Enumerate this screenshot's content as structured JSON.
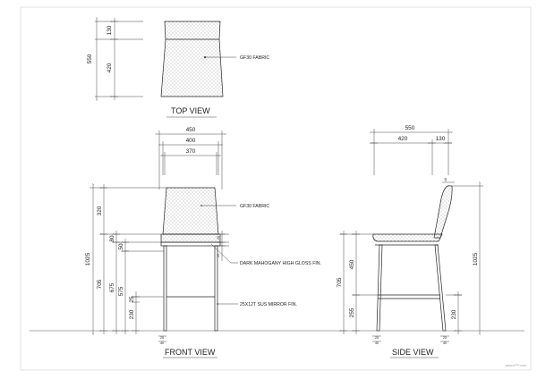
{
  "top_view": {
    "label": "TOP  VIEW",
    "dims": {
      "total": "550",
      "front": "420",
      "back": "130"
    },
    "note": "GF30 FABRIC"
  },
  "front_view": {
    "label": "FRONT  VIEW",
    "widths": {
      "overall": "450",
      "mid": "400",
      "inner": "370"
    },
    "heights": {
      "overall": "1025",
      "back": "320",
      "seat": "705",
      "h675": "675",
      "h575": "575",
      "footrest": "230",
      "d80": "80",
      "d50": "50",
      "d25": "25"
    },
    "seat_dims": {
      "d20": "20",
      "d15": "15"
    },
    "leg_dims": {
      "a": "25",
      "b": "40"
    },
    "notes": {
      "fabric": "GF30 FABRIC",
      "wood": "DARK MAHOGANY  HIGH GLOSS FIN.",
      "metal": "25X12T  SUS MIRROR  FIN."
    }
  },
  "side_view": {
    "label": "SIDE  VIEW",
    "widths": {
      "overall": "550",
      "front": "420",
      "back": "130",
      "top": "40"
    },
    "heights": {
      "overall": "1025",
      "seat": "705",
      "d450": "450",
      "d255": "255",
      "footrest": "230"
    },
    "leg_dims": {
      "a": "25",
      "b": "40"
    }
  },
  "watermark": "www.c****.com"
}
